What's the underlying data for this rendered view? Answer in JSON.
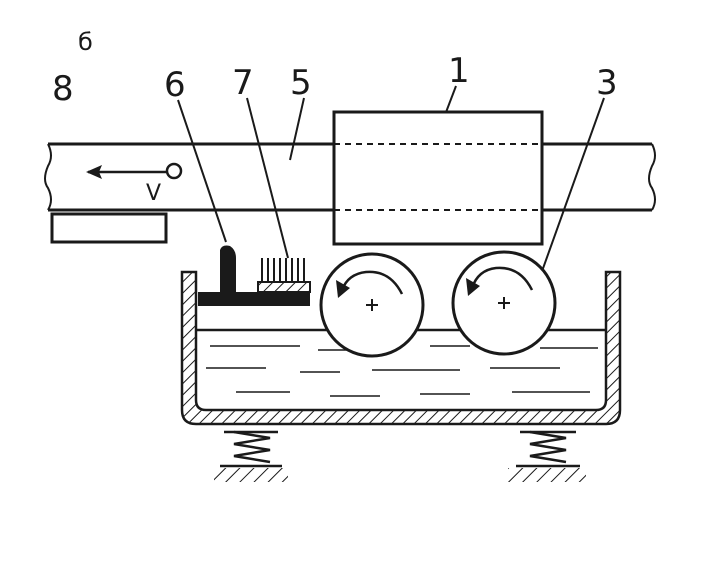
{
  "figure": {
    "panel_letter": "б",
    "velocity_label": "V",
    "parts": [
      {
        "id": "8"
      },
      {
        "id": "6"
      },
      {
        "id": "7"
      },
      {
        "id": "5"
      },
      {
        "id": "1"
      },
      {
        "id": "3"
      }
    ]
  },
  "colors": {
    "ink": "#1a1a1a",
    "paper": "#ffffff"
  }
}
